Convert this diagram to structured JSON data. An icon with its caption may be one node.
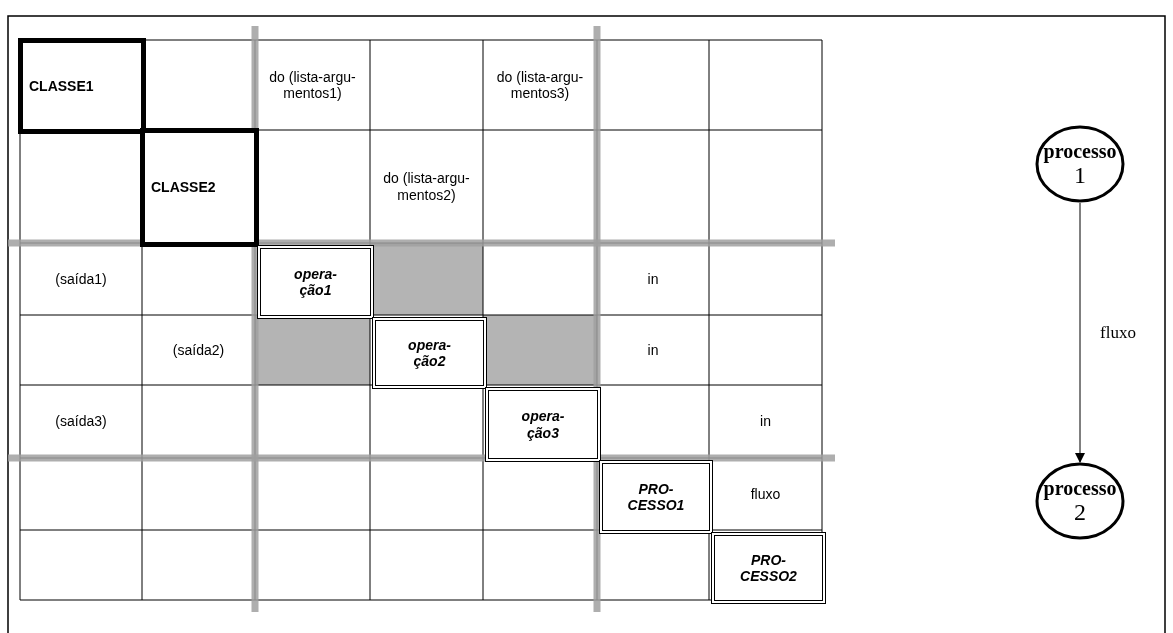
{
  "diagram": {
    "nodes": [
      {
        "text": [
          "processo",
          "1"
        ]
      },
      {
        "text": [
          "processo",
          "2"
        ]
      }
    ],
    "edges": [
      {
        "from": 0,
        "to": 1,
        "arrow": "to",
        "label": "fluxo"
      }
    ],
    "labels": [
      "CLASSE1",
      "do (lista-argu-mentos1)",
      "do (lista-argu-mentos3)",
      "CLASSE2",
      "do (lista-argu-mentos2)",
      "(saída1)",
      "opera-ção1",
      "in",
      "(saída2)",
      "opera-ção2",
      "in",
      "(saída3)",
      "opera-ção3",
      "in",
      "PRO-CESSO1",
      "fluxo",
      "PRO-CESSO2"
    ]
  }
}
